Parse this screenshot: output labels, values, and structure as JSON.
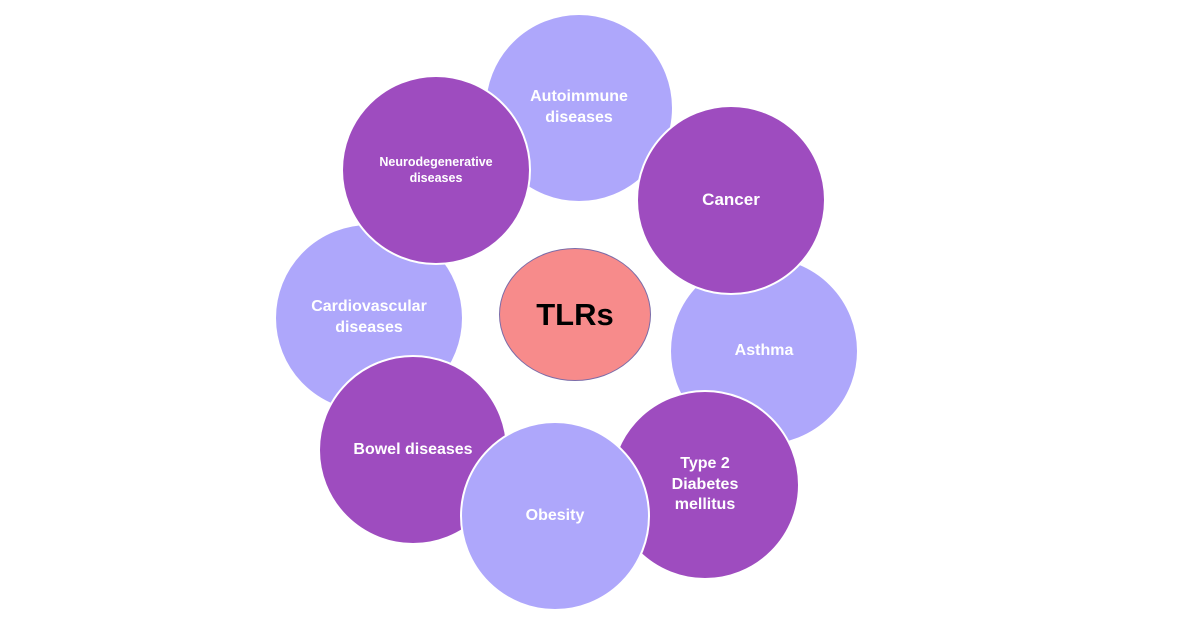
{
  "center": {
    "label": "TLRs"
  },
  "nodes": [
    {
      "id": "autoimmune",
      "lines": [
        "Autoimmune",
        "diseases"
      ]
    },
    {
      "id": "cancer",
      "lines": [
        "Cancer"
      ]
    },
    {
      "id": "asthma",
      "lines": [
        "Asthma"
      ]
    },
    {
      "id": "diabetes",
      "lines": [
        "Type 2",
        "Diabetes",
        "mellitus"
      ]
    },
    {
      "id": "obesity",
      "lines": [
        "Obesity"
      ]
    },
    {
      "id": "bowel",
      "lines": [
        "Bowel diseases"
      ]
    },
    {
      "id": "cardio",
      "lines": [
        "Cardiovascular",
        "diseases"
      ]
    },
    {
      "id": "neuro",
      "lines": [
        "Neurodegenerative",
        "diseases"
      ]
    }
  ],
  "colors": {
    "light_circle": "#aea7fb",
    "dark_circle": "#9e4cbf",
    "center_fill": "#f78b8b",
    "center_border": "#7c6ca8"
  }
}
